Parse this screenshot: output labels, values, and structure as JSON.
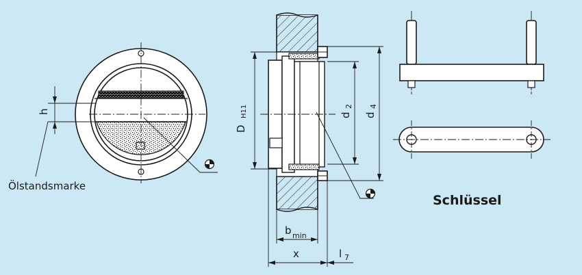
{
  "colors": {
    "background": "#cde8f5",
    "line": "#1a1a1a",
    "paper": "#ffffff"
  },
  "labels": {
    "oil_mark": "Ölstandsmarke",
    "h": "h",
    "D": "D",
    "H11": "H11",
    "d": "d",
    "d2_sub": "2",
    "d4_sub": "4",
    "b": "b",
    "b_sub": "min",
    "x": "x",
    "l": "l",
    "l7_sub": "7",
    "key": "Schlüssel"
  }
}
